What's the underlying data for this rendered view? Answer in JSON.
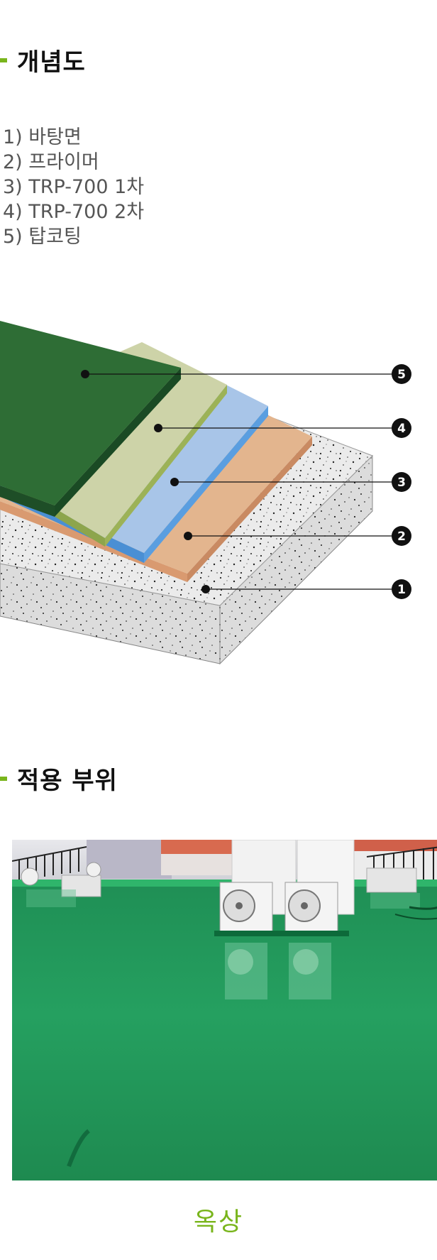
{
  "concept": {
    "title": "개념도",
    "layers": [
      "1) 바탕면",
      "2) 프라이머",
      "3) TRP-700 1차",
      "4) TRP-700 2차",
      "5) 탑코팅"
    ],
    "callouts": [
      "5",
      "4",
      "3",
      "2",
      "1"
    ]
  },
  "application": {
    "title": "적용 부위",
    "caption": "옥상"
  },
  "colors": {
    "accent": "#79b51c",
    "topcoat": "#2e6d35",
    "second_coat": "#cdd3a8",
    "first_coat": "#a8c5e8",
    "primer": "#e3b58e",
    "concrete": "#ebebeb"
  }
}
